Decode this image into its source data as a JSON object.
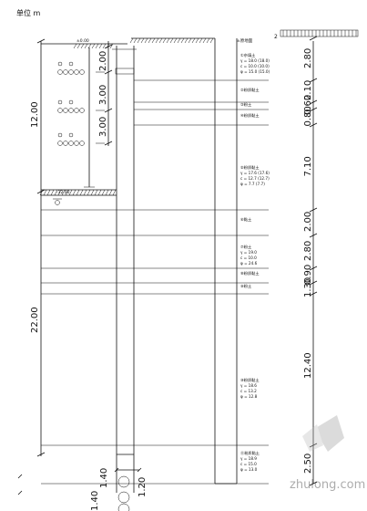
{
  "unit_label": "单位 m",
  "sheet_mark": "2",
  "ground_label": "±0.00",
  "elevation_label": "±原地面",
  "excavation_label": "-12.00",
  "left_dims": [
    "12.00",
    "22.00",
    "1.40",
    "1.40"
  ],
  "mid_dims": [
    "2.00",
    "3.00",
    "3.00"
  ],
  "pile_dim": "1.20",
  "right_dims": [
    "2.80",
    "2.10",
    "0.60",
    "0.80",
    "7.10",
    "2.00",
    "2.80",
    "0.90",
    "1.30",
    "12.40",
    "2.50"
  ],
  "layers": [
    {
      "name": "①杂填土",
      "props": [
        "γ = 18.0 (18.0)",
        "c = 10.0 (10.0)",
        "φ = 15.0 (15.0)"
      ]
    },
    {
      "name": "②粉质黏土",
      "props": []
    },
    {
      "name": "③粉土",
      "props": []
    },
    {
      "name": "④粉质黏土",
      "props": []
    },
    {
      "name": "⑤粉质黏土",
      "props": [
        "γ = 17.6 (17.6)",
        "c = 12.7 (12.7)",
        "φ = 7.7 (7.7)"
      ]
    },
    {
      "name": "⑥黏土",
      "props": []
    },
    {
      "name": "⑦粉土",
      "props": [
        "γ = 19.0",
        "c = 10.0",
        "φ = 24.6"
      ]
    },
    {
      "name": "⑧粉质黏土",
      "props": []
    },
    {
      "name": "⑨粉土",
      "props": []
    },
    {
      "name": "⑩粉质黏土",
      "props": [
        "γ = 18.6",
        "c = 13.2",
        "φ = 12.8"
      ]
    },
    {
      "name": "⑪粉质黏土",
      "props": [
        "γ = 18.9",
        "c = 15.0",
        "φ = 13.0"
      ]
    }
  ],
  "watermark": "zhulong.com"
}
